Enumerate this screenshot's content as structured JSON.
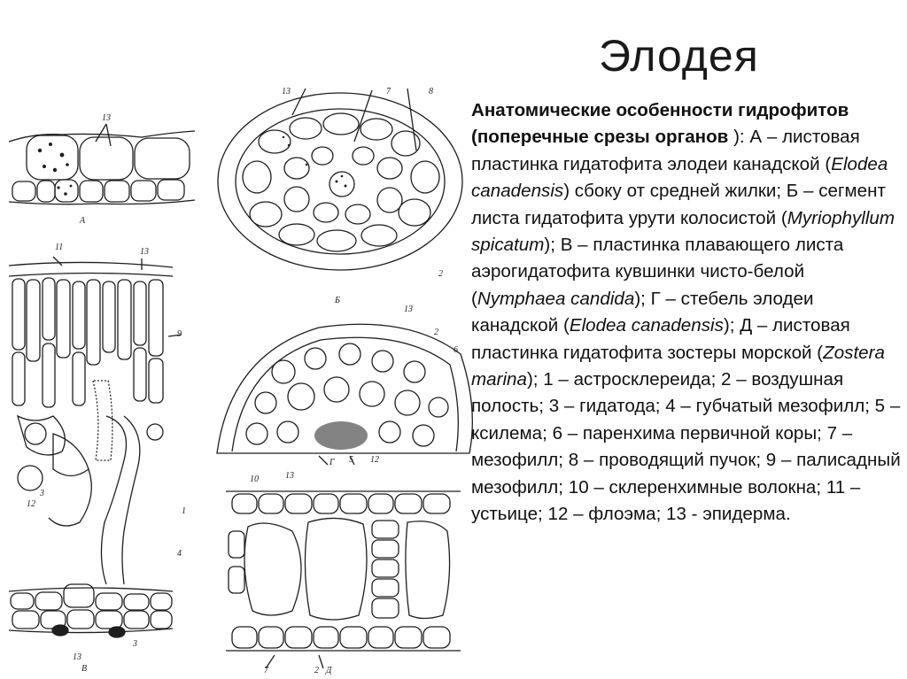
{
  "title": "Элодея",
  "description": {
    "heading": "Анатомические особенности гидрофитов (поперечные срезы органов",
    "heading_close": " ): ",
    "items": [
      {
        "text": "А – листовая пластинка гидатофита элодеи канадской ("
      },
      {
        "latin": "Elodea canadensis"
      },
      {
        "text": ") сбоку от средней жилки; Б – сегмент листа гидатофита урути колосистой ("
      },
      {
        "latin": "Myriophyllum spicatum"
      },
      {
        "text": "); В – пластинка плавающего листа аэрогидатофита кувшинки чисто-белой ("
      },
      {
        "latin": "Nymphaea candida"
      },
      {
        "text": "); Г – стебель элодеи канадской ("
      },
      {
        "latin": "Elodea canadensis"
      },
      {
        "text": "); Д – листовая пластинка гидатофита зостеры морской ("
      },
      {
        "latin": "Zostera marina"
      },
      {
        "text": "); 1 – астросклереида; 2 – воздушная полость; 3 – гидатода; 4 – губчатый мезофилл; 5 – ксилема; 6 – паренхима первичной коры; 7 – мезофилл; 8 – проводящий пучок; 9 – палисадный мезофилл; 10 – склеренхимные волокна; 11 – устьице; 12 – флоэма; 13 - эпидерма."
      }
    ]
  },
  "figure_labels": {
    "A": "А",
    "B": "Б",
    "V": "В",
    "G": "Г",
    "D": "Д",
    "nums": [
      "1",
      "2",
      "3",
      "4",
      "5",
      "6",
      "7",
      "8",
      "9",
      "10",
      "11",
      "12",
      "13"
    ]
  },
  "colors": {
    "ink": "#1e1e1e",
    "background": "#ffffff"
  }
}
